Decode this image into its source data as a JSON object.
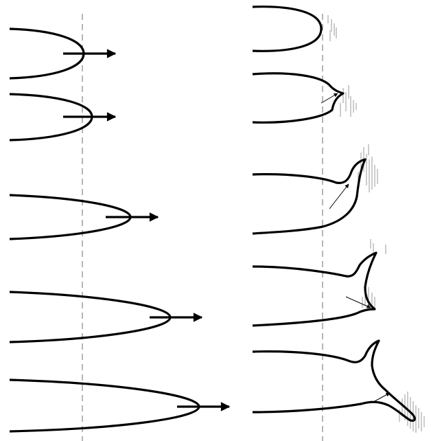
{
  "figure": {
    "background": "#ffffff",
    "stroke_color": "#000000",
    "guide_color": "#6e6e6e",
    "noise_color": "#9a9a9a",
    "left_panel": {
      "description_name": "straight-crack-tip-sequence",
      "stage_count": 5
    },
    "right_panel": {
      "description_name": "branching-crack-tip-sequence",
      "stage_count": 5
    }
  }
}
